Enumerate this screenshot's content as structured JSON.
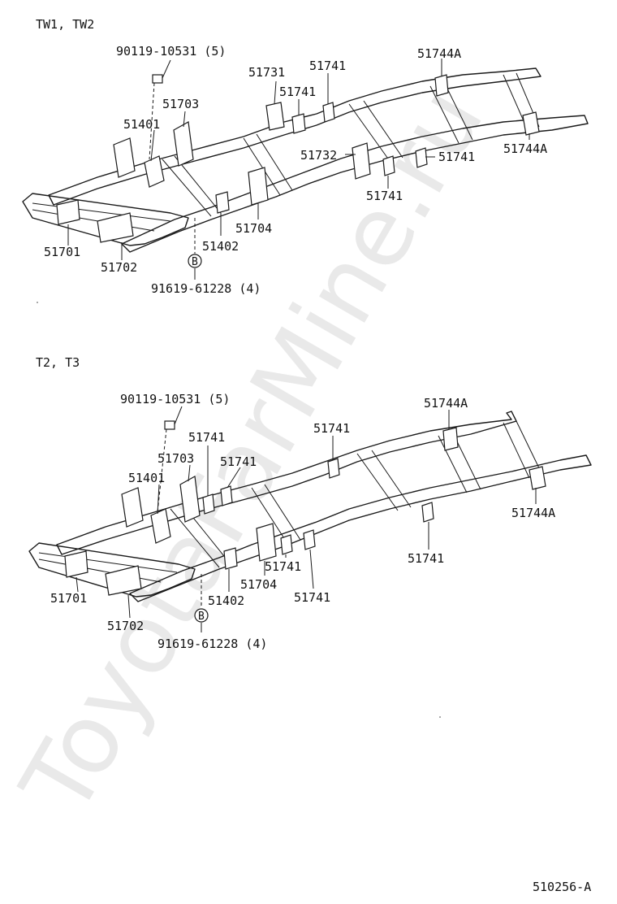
{
  "watermark": "ToyotaFarMine.ru",
  "reference_code": "510256-A",
  "sections": [
    {
      "title": "TW1, TW2",
      "labels": {
        "bolt": "90119-10531 (5)",
        "p51731": "51731",
        "p51741_a": "51741",
        "p51741_b": "51741",
        "p51744a_a": "51744A",
        "p51703": "51703",
        "p51401": "51401",
        "p51732": "51732",
        "p51741_c": "51741",
        "p51744a_b": "51744A",
        "p51741_d": "51741",
        "p51704": "51704",
        "p51402": "51402",
        "p51701": "51701",
        "p51702": "51702",
        "marker_b": "B",
        "nut": "91619-61228 (4)"
      }
    },
    {
      "title": "T2, T3",
      "labels": {
        "bolt": "90119-10531 (5)",
        "p51744a_a": "51744A",
        "p51741_a": "51741",
        "p51741_b": "51741",
        "p51703": "51703",
        "p51741_c": "51741",
        "p51401": "51401",
        "p51744a_b": "51744A",
        "p51741_d": "51741",
        "p51741_e": "51741",
        "p51704": "51704",
        "p51402": "51402",
        "p51741_f": "51741",
        "p51701": "51701",
        "p51702": "51702",
        "marker_b": "B",
        "nut": "91619-61228 (4)"
      }
    }
  ]
}
